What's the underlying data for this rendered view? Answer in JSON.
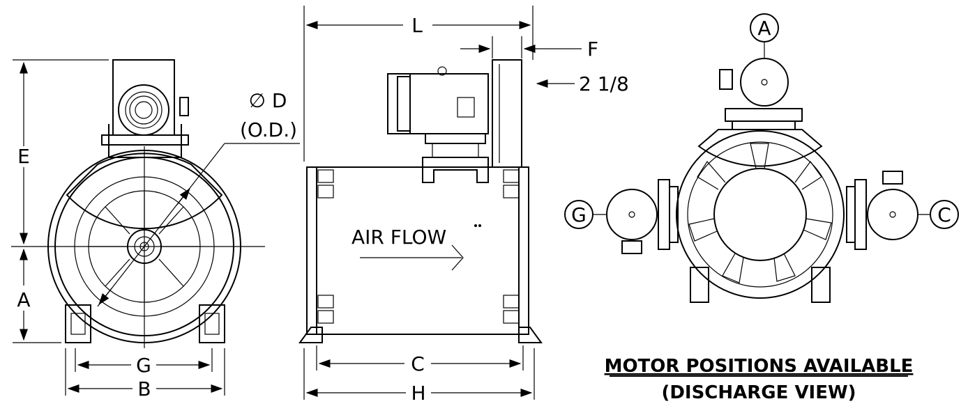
{
  "front_view": {
    "label_e": "E",
    "label_a": "A",
    "label_d": "∅ D",
    "label_od": "(O.D.)",
    "label_g": "G",
    "label_b": "B"
  },
  "side_view": {
    "label_l": "L",
    "label_f": "F",
    "label_2_1_8": "2 1/8",
    "label_airflow": "AIR FLOW",
    "label_c": "C",
    "label_h": "H"
  },
  "discharge_view": {
    "pos_a": "A",
    "pos_c": "C",
    "pos_g": "G",
    "title_line1": "MOTOR POSITIONS AVAILABLE",
    "title_line2": "(DISCHARGE VIEW)"
  }
}
